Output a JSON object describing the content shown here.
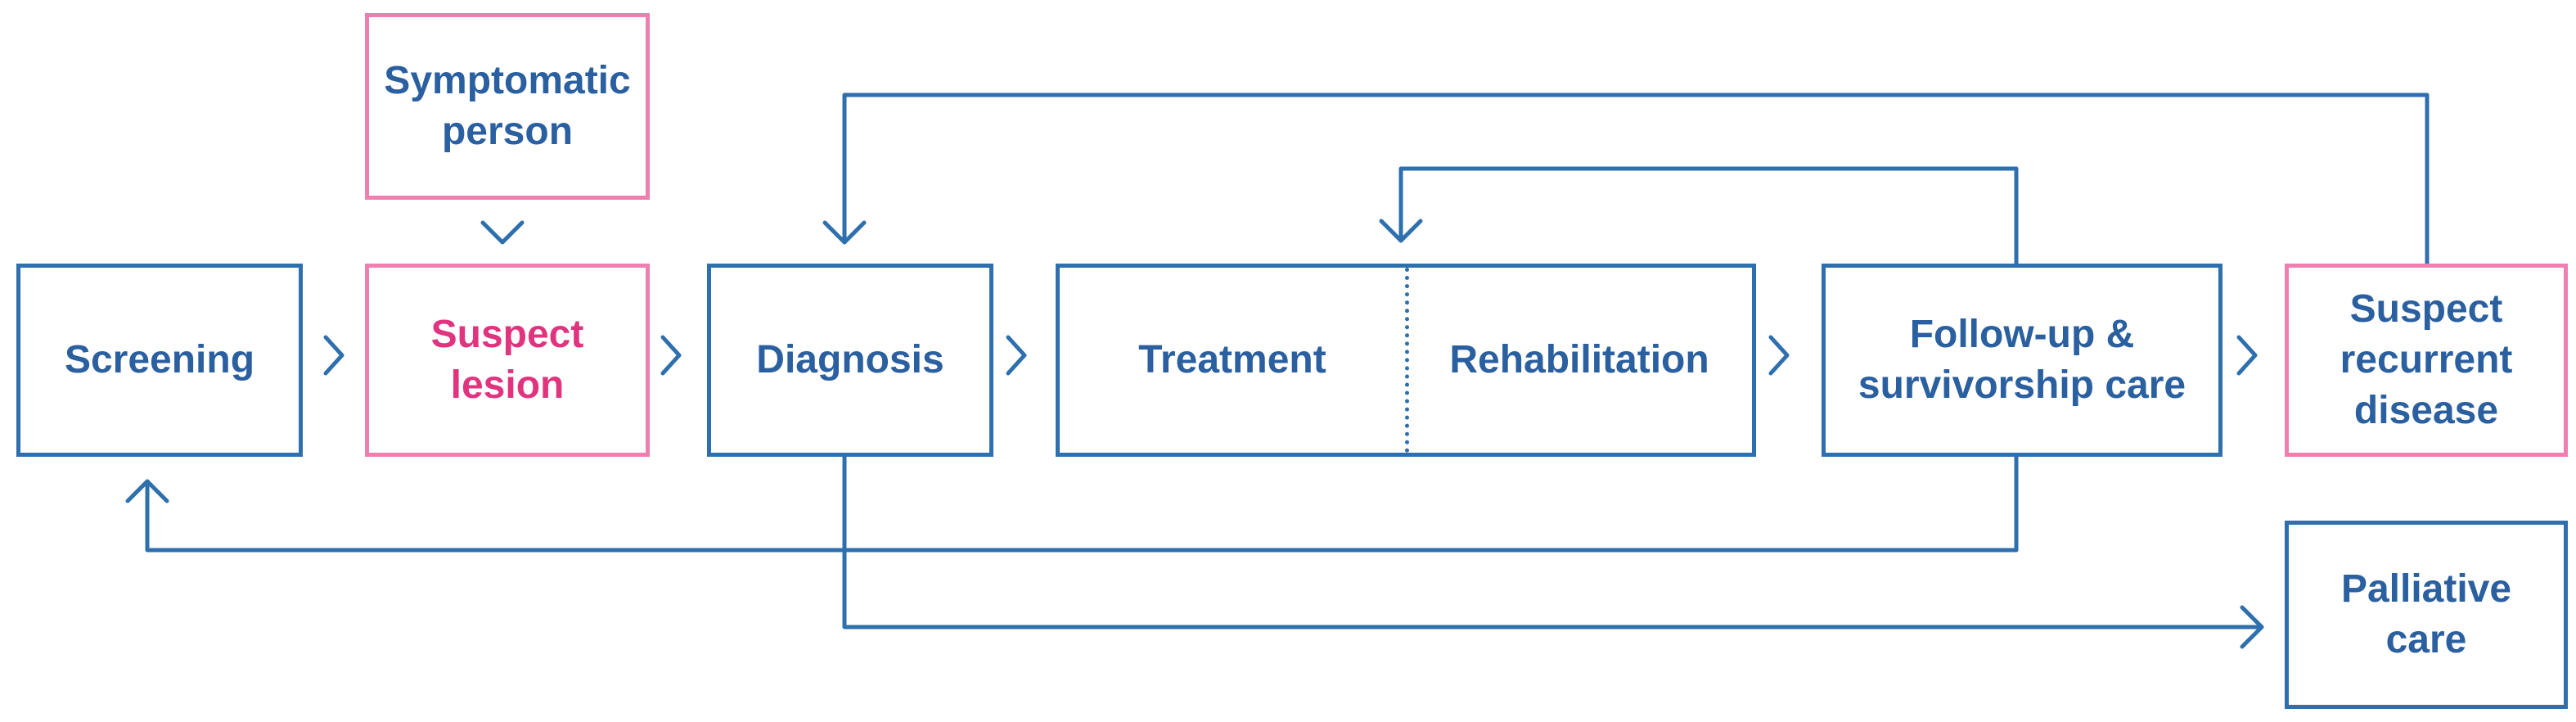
{
  "colors": {
    "blue": "#2e6fad",
    "text_blue": "#2a5fa0",
    "pink": "#ee7fb0",
    "text_pink": "#e0347f"
  },
  "nodes": {
    "symptomatic": "Symptomatic\nperson",
    "screening": "Screening",
    "suspect_lesion": "Suspect\nlesion",
    "diagnosis": "Diagnosis",
    "treatment": "Treatment",
    "rehabilitation": "Rehabilitation",
    "followup": "Follow-up &\nsurvivorship care",
    "suspect_recurrent": "Suspect\nrecurrent\ndisease",
    "palliative": "Palliative\ncare"
  }
}
